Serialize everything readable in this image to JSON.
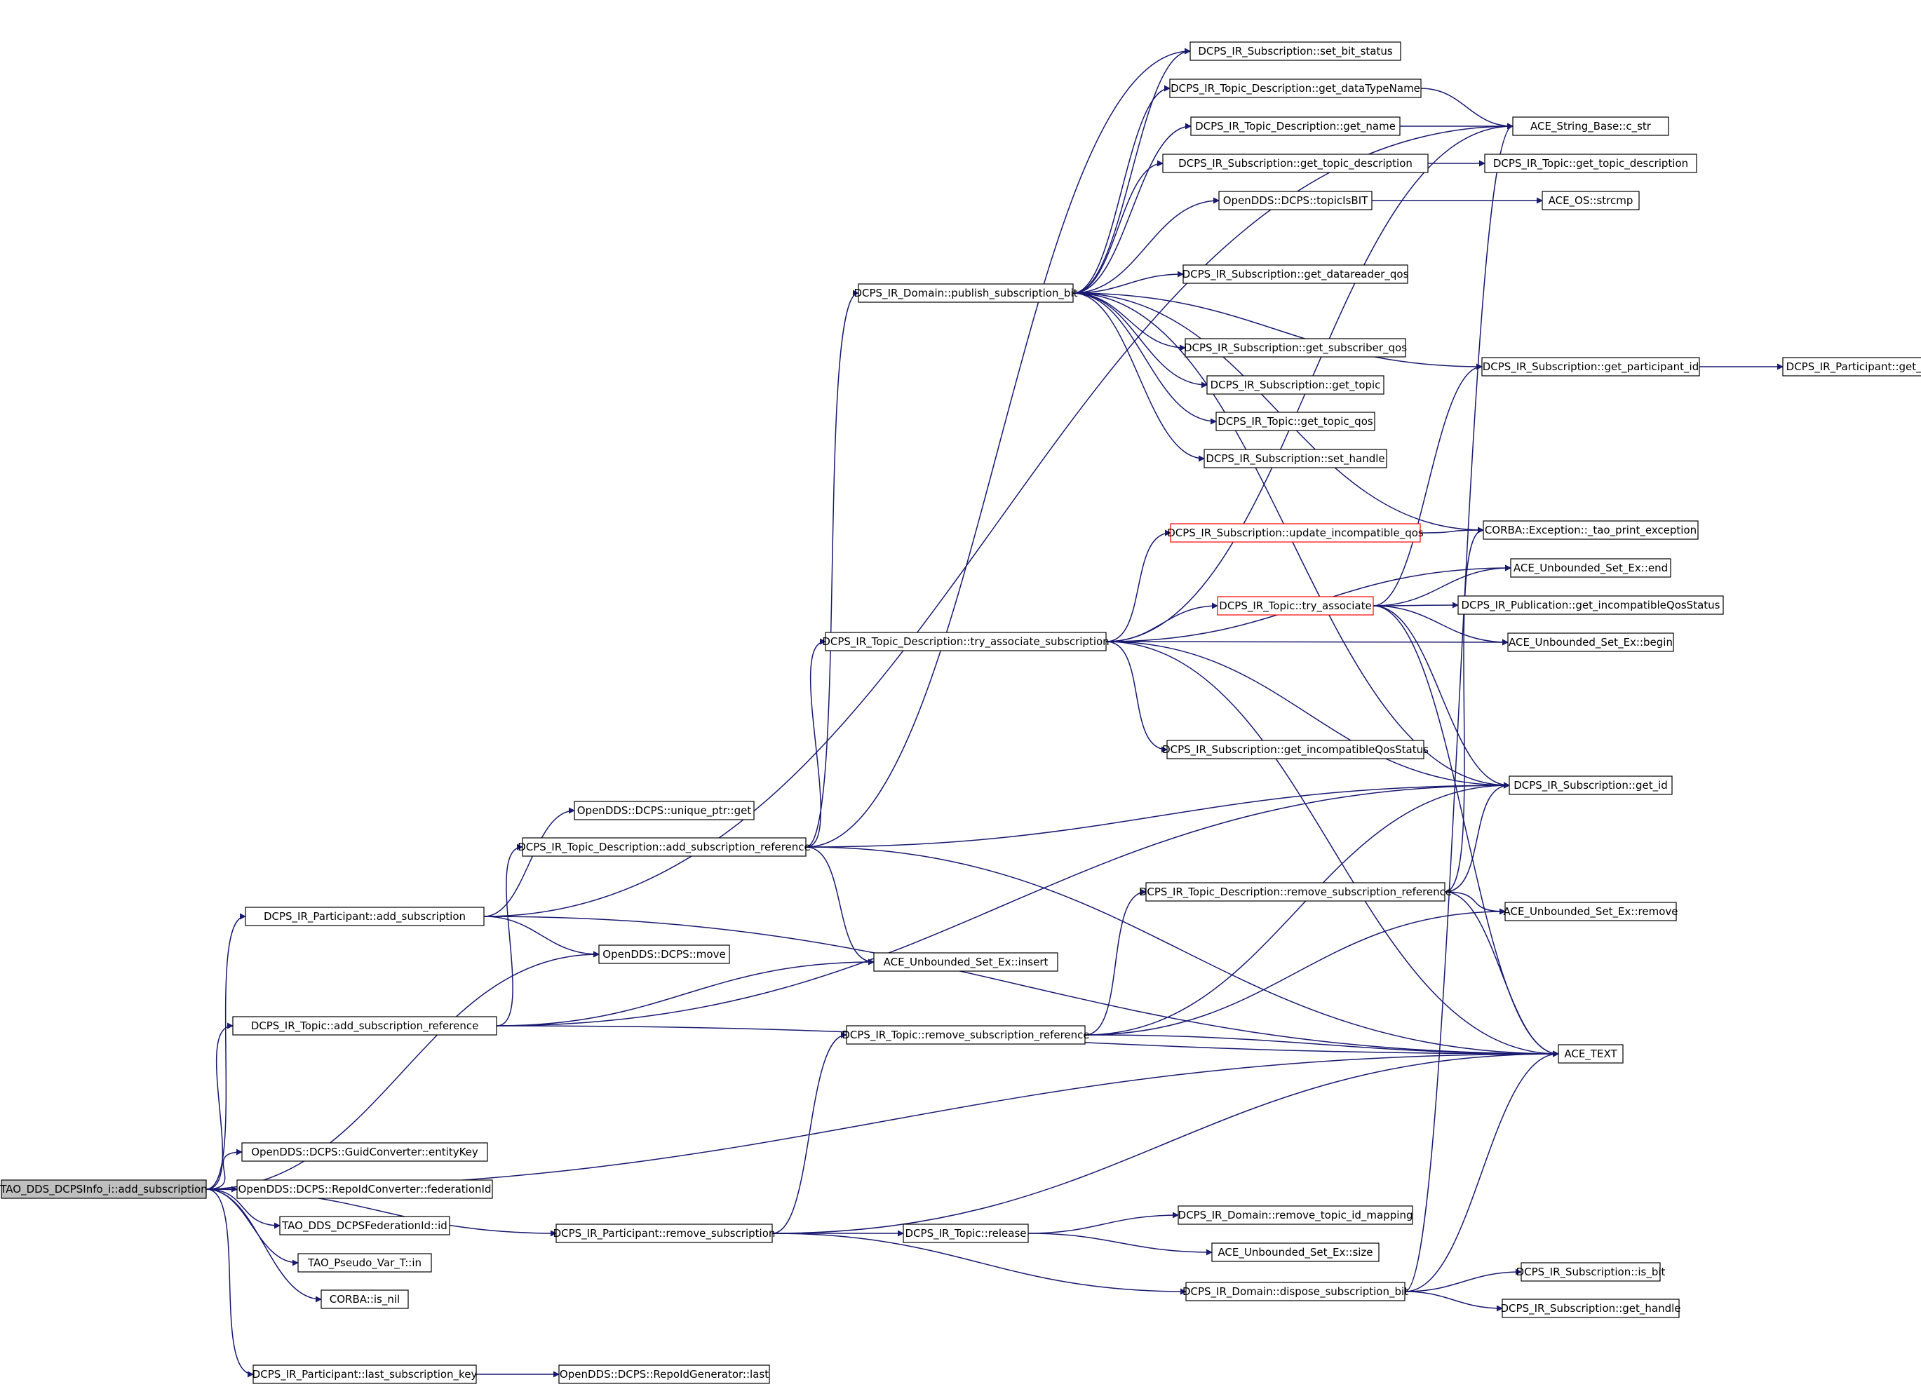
{
  "nodes": [
    {
      "id": "root",
      "label": "TAO_DDS_DCPSInfo_i::add_subscription",
      "style": "root"
    },
    {
      "id": "part_add_sub",
      "label": "DCPS_IR_Participant::add_subscription"
    },
    {
      "id": "topic_add_ref",
      "label": "DCPS_IR_Topic::add_subscription_reference"
    },
    {
      "id": "guid_entitykey",
      "label": "OpenDDS::DCPS::GuidConverter::entityKey"
    },
    {
      "id": "repoid_fed",
      "label": "OpenDDS::DCPS::RepoIdConverter::federationId"
    },
    {
      "id": "fed_id",
      "label": "TAO_DDS_DCPSFederationId::id"
    },
    {
      "id": "pseudo_in",
      "label": "TAO_Pseudo_Var_T::in"
    },
    {
      "id": "corba_isnil",
      "label": "CORBA::is_nil"
    },
    {
      "id": "part_last_key",
      "label": "DCPS_IR_Participant::last_subscription_key"
    },
    {
      "id": "unique_get",
      "label": "OpenDDS::DCPS::unique_ptr::get"
    },
    {
      "id": "td_add_ref",
      "label": "DCPS_IR_Topic_Description::add_subscription_reference"
    },
    {
      "id": "dcps_move",
      "label": "OpenDDS::DCPS::move"
    },
    {
      "id": "set_insert",
      "label": "ACE_Unbounded_Set_Ex::insert"
    },
    {
      "id": "topic_remove_ref",
      "label": "DCPS_IR_Topic::remove_subscription_reference"
    },
    {
      "id": "part_remove_sub",
      "label": "DCPS_IR_Participant::remove_subscription"
    },
    {
      "id": "topic_release",
      "label": "DCPS_IR_Topic::release"
    },
    {
      "id": "repoid_last",
      "label": "OpenDDS::DCPS::RepoIdGenerator::last"
    },
    {
      "id": "dom_publish",
      "label": "DCPS_IR_Domain::publish_subscription_bit"
    },
    {
      "id": "td_try_assoc",
      "label": "DCPS_IR_Topic_Description::try_associate_subscription"
    },
    {
      "id": "td_remove_ref",
      "label": "DCPS_IR_Topic_Description::remove_subscription_reference"
    },
    {
      "id": "dom_remove_map",
      "label": "DCPS_IR_Domain::remove_topic_id_mapping"
    },
    {
      "id": "set_size",
      "label": "ACE_Unbounded_Set_Ex::size"
    },
    {
      "id": "dom_dispose",
      "label": "DCPS_IR_Domain::dispose_subscription_bit"
    },
    {
      "id": "sub_set_bit",
      "label": "DCPS_IR_Subscription::set_bit_status"
    },
    {
      "id": "td_get_dtn",
      "label": "DCPS_IR_Topic_Description::get_dataTypeName"
    },
    {
      "id": "td_get_name",
      "label": "DCPS_IR_Topic_Description::get_name"
    },
    {
      "id": "sub_get_td",
      "label": "DCPS_IR_Subscription::get_topic_description"
    },
    {
      "id": "topic_is_bit",
      "label": "OpenDDS::DCPS::topicIsBIT"
    },
    {
      "id": "sub_get_drqos",
      "label": "DCPS_IR_Subscription::get_datareader_qos"
    },
    {
      "id": "sub_get_subqos",
      "label": "DCPS_IR_Subscription::get_subscriber_qos"
    },
    {
      "id": "sub_get_topic",
      "label": "DCPS_IR_Subscription::get_topic"
    },
    {
      "id": "topic_get_qos",
      "label": "DCPS_IR_Topic::get_topic_qos"
    },
    {
      "id": "sub_set_handle",
      "label": "DCPS_IR_Subscription::set_handle"
    },
    {
      "id": "sub_update_incompat",
      "label": "DCPS_IR_Subscription::update_incompatible_qos",
      "style": "red"
    },
    {
      "id": "topic_try_assoc",
      "label": "DCPS_IR_Topic::try_associate",
      "style": "red"
    },
    {
      "id": "sub_get_incompat",
      "label": "DCPS_IR_Subscription::get_incompatibleQosStatus"
    },
    {
      "id": "ace_cstr",
      "label": "ACE_String_Base::c_str"
    },
    {
      "id": "topic_get_td",
      "label": "DCPS_IR_Topic::get_topic_description"
    },
    {
      "id": "ace_strcmp",
      "label": "ACE_OS::strcmp"
    },
    {
      "id": "sub_get_part_id",
      "label": "DCPS_IR_Subscription::get_participant_id"
    },
    {
      "id": "corba_print",
      "label": "CORBA::Exception::_tao_print_exception"
    },
    {
      "id": "set_end",
      "label": "ACE_Unbounded_Set_Ex::end"
    },
    {
      "id": "pub_get_incompat",
      "label": "DCPS_IR_Publication::get_incompatibleQosStatus"
    },
    {
      "id": "set_begin",
      "label": "ACE_Unbounded_Set_Ex::begin"
    },
    {
      "id": "sub_get_id",
      "label": "DCPS_IR_Subscription::get_id"
    },
    {
      "id": "set_remove",
      "label": "ACE_Unbounded_Set_Ex::remove"
    },
    {
      "id": "ace_text",
      "label": "ACE_TEXT"
    },
    {
      "id": "sub_is_bit",
      "label": "DCPS_IR_Subscription::is_bit"
    },
    {
      "id": "sub_get_handle",
      "label": "DCPS_IR_Subscription::get_handle"
    },
    {
      "id": "part_get_id",
      "label": "DCPS_IR_Participant::get_id"
    }
  ],
  "edges": [
    {
      "from": "root",
      "to": "part_add_sub"
    },
    {
      "from": "root",
      "to": "topic_add_ref"
    },
    {
      "from": "root",
      "to": "guid_entitykey"
    },
    {
      "from": "root",
      "to": "repoid_fed"
    },
    {
      "from": "root",
      "to": "fed_id"
    },
    {
      "from": "root",
      "to": "pseudo_in"
    },
    {
      "from": "root",
      "to": "corba_isnil"
    },
    {
      "from": "root",
      "to": "part_last_key"
    },
    {
      "from": "root",
      "to": "part_remove_sub"
    },
    {
      "from": "root",
      "to": "dcps_move"
    },
    {
      "from": "root",
      "to": "ace_text"
    },
    {
      "from": "part_add_sub",
      "to": "unique_get"
    },
    {
      "from": "part_add_sub",
      "to": "dcps_move"
    },
    {
      "from": "part_add_sub",
      "to": "ace_cstr"
    },
    {
      "from": "part_add_sub",
      "to": "ace_text"
    },
    {
      "from": "topic_add_ref",
      "to": "td_add_ref"
    },
    {
      "from": "topic_add_ref",
      "to": "set_insert"
    },
    {
      "from": "topic_add_ref",
      "to": "sub_get_id"
    },
    {
      "from": "topic_add_ref",
      "to": "ace_text"
    },
    {
      "from": "td_add_ref",
      "to": "dom_publish"
    },
    {
      "from": "td_add_ref",
      "to": "td_try_assoc"
    },
    {
      "from": "td_add_ref",
      "to": "sub_set_bit"
    },
    {
      "from": "td_add_ref",
      "to": "set_insert"
    },
    {
      "from": "td_add_ref",
      "to": "sub_get_id"
    },
    {
      "from": "td_add_ref",
      "to": "ace_text"
    },
    {
      "from": "part_last_key",
      "to": "repoid_last"
    },
    {
      "from": "part_remove_sub",
      "to": "topic_remove_ref"
    },
    {
      "from": "part_remove_sub",
      "to": "topic_release"
    },
    {
      "from": "part_remove_sub",
      "to": "dom_dispose"
    },
    {
      "from": "part_remove_sub",
      "to": "ace_text"
    },
    {
      "from": "topic_remove_ref",
      "to": "td_remove_ref"
    },
    {
      "from": "topic_remove_ref",
      "to": "set_remove"
    },
    {
      "from": "topic_remove_ref",
      "to": "sub_get_id"
    },
    {
      "from": "topic_remove_ref",
      "to": "ace_text"
    },
    {
      "from": "topic_release",
      "to": "dom_remove_map"
    },
    {
      "from": "topic_release",
      "to": "set_size"
    },
    {
      "from": "dom_dispose",
      "to": "sub_is_bit"
    },
    {
      "from": "dom_dispose",
      "to": "sub_get_handle"
    },
    {
      "from": "dom_dispose",
      "to": "ace_cstr"
    },
    {
      "from": "dom_dispose",
      "to": "ace_text"
    },
    {
      "from": "dom_publish",
      "to": "sub_set_bit"
    },
    {
      "from": "dom_publish",
      "to": "td_get_dtn"
    },
    {
      "from": "dom_publish",
      "to": "td_get_name"
    },
    {
      "from": "dom_publish",
      "to": "sub_get_td"
    },
    {
      "from": "dom_publish",
      "to": "topic_is_bit"
    },
    {
      "from": "dom_publish",
      "to": "sub_get_part_id"
    },
    {
      "from": "dom_publish",
      "to": "sub_get_drqos"
    },
    {
      "from": "dom_publish",
      "to": "corba_print"
    },
    {
      "from": "dom_publish",
      "to": "sub_get_subqos"
    },
    {
      "from": "dom_publish",
      "to": "sub_get_topic"
    },
    {
      "from": "dom_publish",
      "to": "topic_get_qos"
    },
    {
      "from": "dom_publish",
      "to": "sub_set_handle"
    },
    {
      "from": "dom_publish",
      "to": "sub_get_id"
    },
    {
      "from": "td_get_dtn",
      "to": "ace_cstr"
    },
    {
      "from": "td_get_name",
      "to": "ace_cstr"
    },
    {
      "from": "sub_get_td",
      "to": "topic_get_td"
    },
    {
      "from": "topic_is_bit",
      "to": "ace_strcmp"
    },
    {
      "from": "sub_get_part_id",
      "to": "part_get_id"
    },
    {
      "from": "td_try_assoc",
      "to": "sub_update_incompat"
    },
    {
      "from": "td_try_assoc",
      "to": "topic_try_assoc"
    },
    {
      "from": "td_try_assoc",
      "to": "ace_cstr"
    },
    {
      "from": "td_try_assoc",
      "to": "set_end"
    },
    {
      "from": "td_try_assoc",
      "to": "set_begin"
    },
    {
      "from": "td_try_assoc",
      "to": "sub_get_incompat"
    },
    {
      "from": "td_try_assoc",
      "to": "sub_get_id"
    },
    {
      "from": "td_try_assoc",
      "to": "ace_text"
    },
    {
      "from": "sub_update_incompat",
      "to": "corba_print"
    },
    {
      "from": "topic_try_assoc",
      "to": "pub_get_incompat"
    },
    {
      "from": "topic_try_assoc",
      "to": "set_end"
    },
    {
      "from": "topic_try_assoc",
      "to": "set_begin"
    },
    {
      "from": "topic_try_assoc",
      "to": "sub_get_part_id"
    },
    {
      "from": "topic_try_assoc",
      "to": "sub_get_id"
    },
    {
      "from": "topic_try_assoc",
      "to": "ace_text"
    },
    {
      "from": "td_remove_ref",
      "to": "set_remove"
    },
    {
      "from": "td_remove_ref",
      "to": "sub_get_id"
    },
    {
      "from": "td_remove_ref",
      "to": "corba_print"
    },
    {
      "from": "td_remove_ref",
      "to": "ace_text"
    }
  ]
}
